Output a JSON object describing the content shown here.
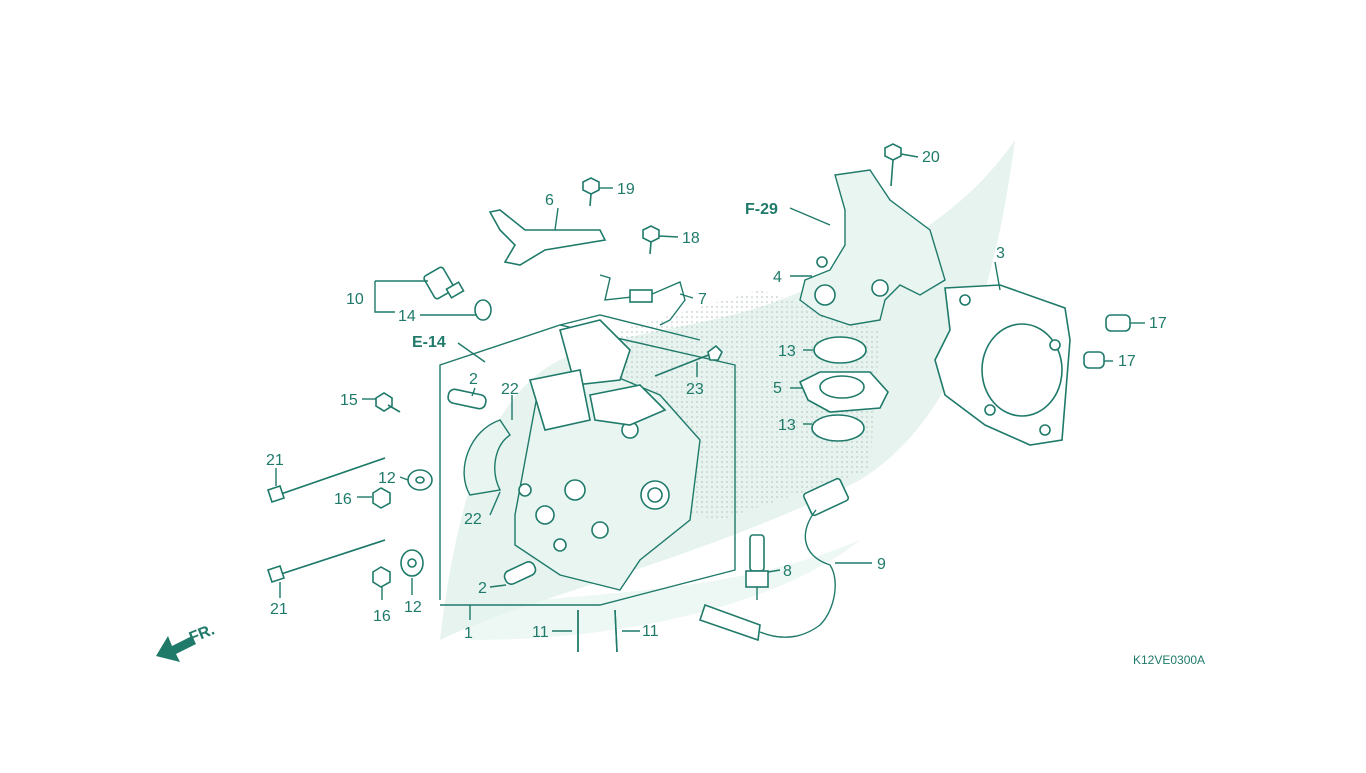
{
  "diagram_code": "K12VE0300A",
  "front_indicator": "FR.",
  "references": [
    "E-14",
    "F-29"
  ],
  "part_numbers": [
    "1",
    "2",
    "2",
    "3",
    "4",
    "5",
    "6",
    "7",
    "8",
    "9",
    "10",
    "11",
    "11",
    "12",
    "12",
    "13",
    "13",
    "14",
    "15",
    "16",
    "16",
    "17",
    "17",
    "18",
    "19",
    "20",
    "21",
    "21",
    "22",
    "22",
    "23"
  ],
  "colors": {
    "line": "#1f7a6a",
    "watermark": "#e6f3ef",
    "dot_shade": "#b9c6c2"
  },
  "icons": {
    "front_arrow": "arrow-down-left-icon",
    "watermark": "wing-logo-icon"
  }
}
